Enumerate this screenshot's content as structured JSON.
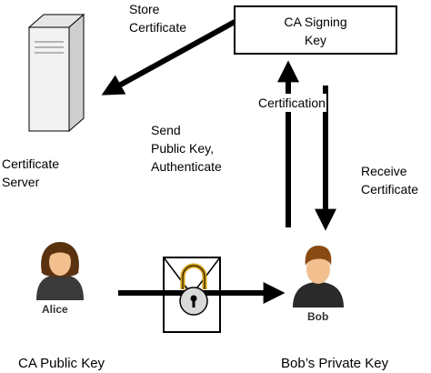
{
  "labels": {
    "store_certificate": [
      "Store",
      "Certificate"
    ],
    "ca_signing_key": [
      "CA Signing",
      "Key"
    ],
    "certification": "Certification",
    "send_public_key": [
      "Send",
      "Public Key,",
      "Authenticate"
    ],
    "certificate_server": [
      "Certificate",
      "Server"
    ],
    "receive_certificate": [
      "Receive",
      "Certificate"
    ],
    "alice": "Alice",
    "bob": "Bob",
    "ca_public_key": "CA Public Key",
    "bobs_private_key": "Bob’s Private Key"
  },
  "colors": {
    "stroke": "#000000",
    "server_fill": "#f2f2f2",
    "alice_hair": "#5a3210",
    "alice_shirt": "#3a3a3a",
    "bob_hair": "#8a4a14",
    "bob_shirt": "#2a2a2a",
    "skin": "#f2c08e",
    "lock_fill": "#d9d9d9",
    "shackle": "#d4a017"
  }
}
